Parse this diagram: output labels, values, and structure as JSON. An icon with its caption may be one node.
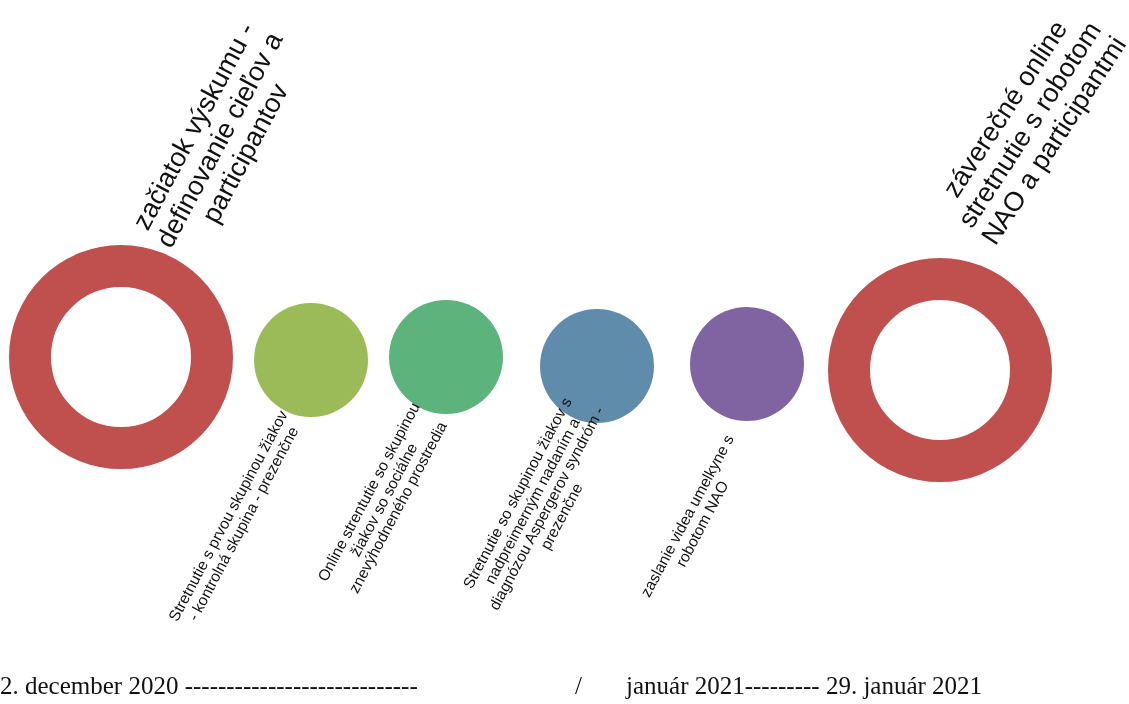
{
  "diagram": {
    "nodes": [
      {
        "text": [
          "začiatok výskumu - definovanie cieľov a participantov"
        ]
      },
      {
        "text": [
          "Stretnutie s prvou skupinou žiakov - kontrolná skupina - prezenčne"
        ]
      },
      {
        "text": [
          "Online strentutie so skupinou žiakov so sociálne znevýhodneného prostredia"
        ]
      },
      {
        "text": [
          "Stretnutie so skupinou žiakov s nadpreimerným nadaním a diagnózou Aspergerov syndróm - prezenčne"
        ]
      },
      {
        "text": [
          "zaslanie videa umelkyne s robotom NAO"
        ]
      },
      {
        "text": [
          "záverečné online stretnutie s robotom NAO a participantmi"
        ]
      }
    ],
    "labels": [
      "2. december 2020 ----------------------------",
      "/",
      "január 2021--------- 29. január 2021"
    ]
  }
}
